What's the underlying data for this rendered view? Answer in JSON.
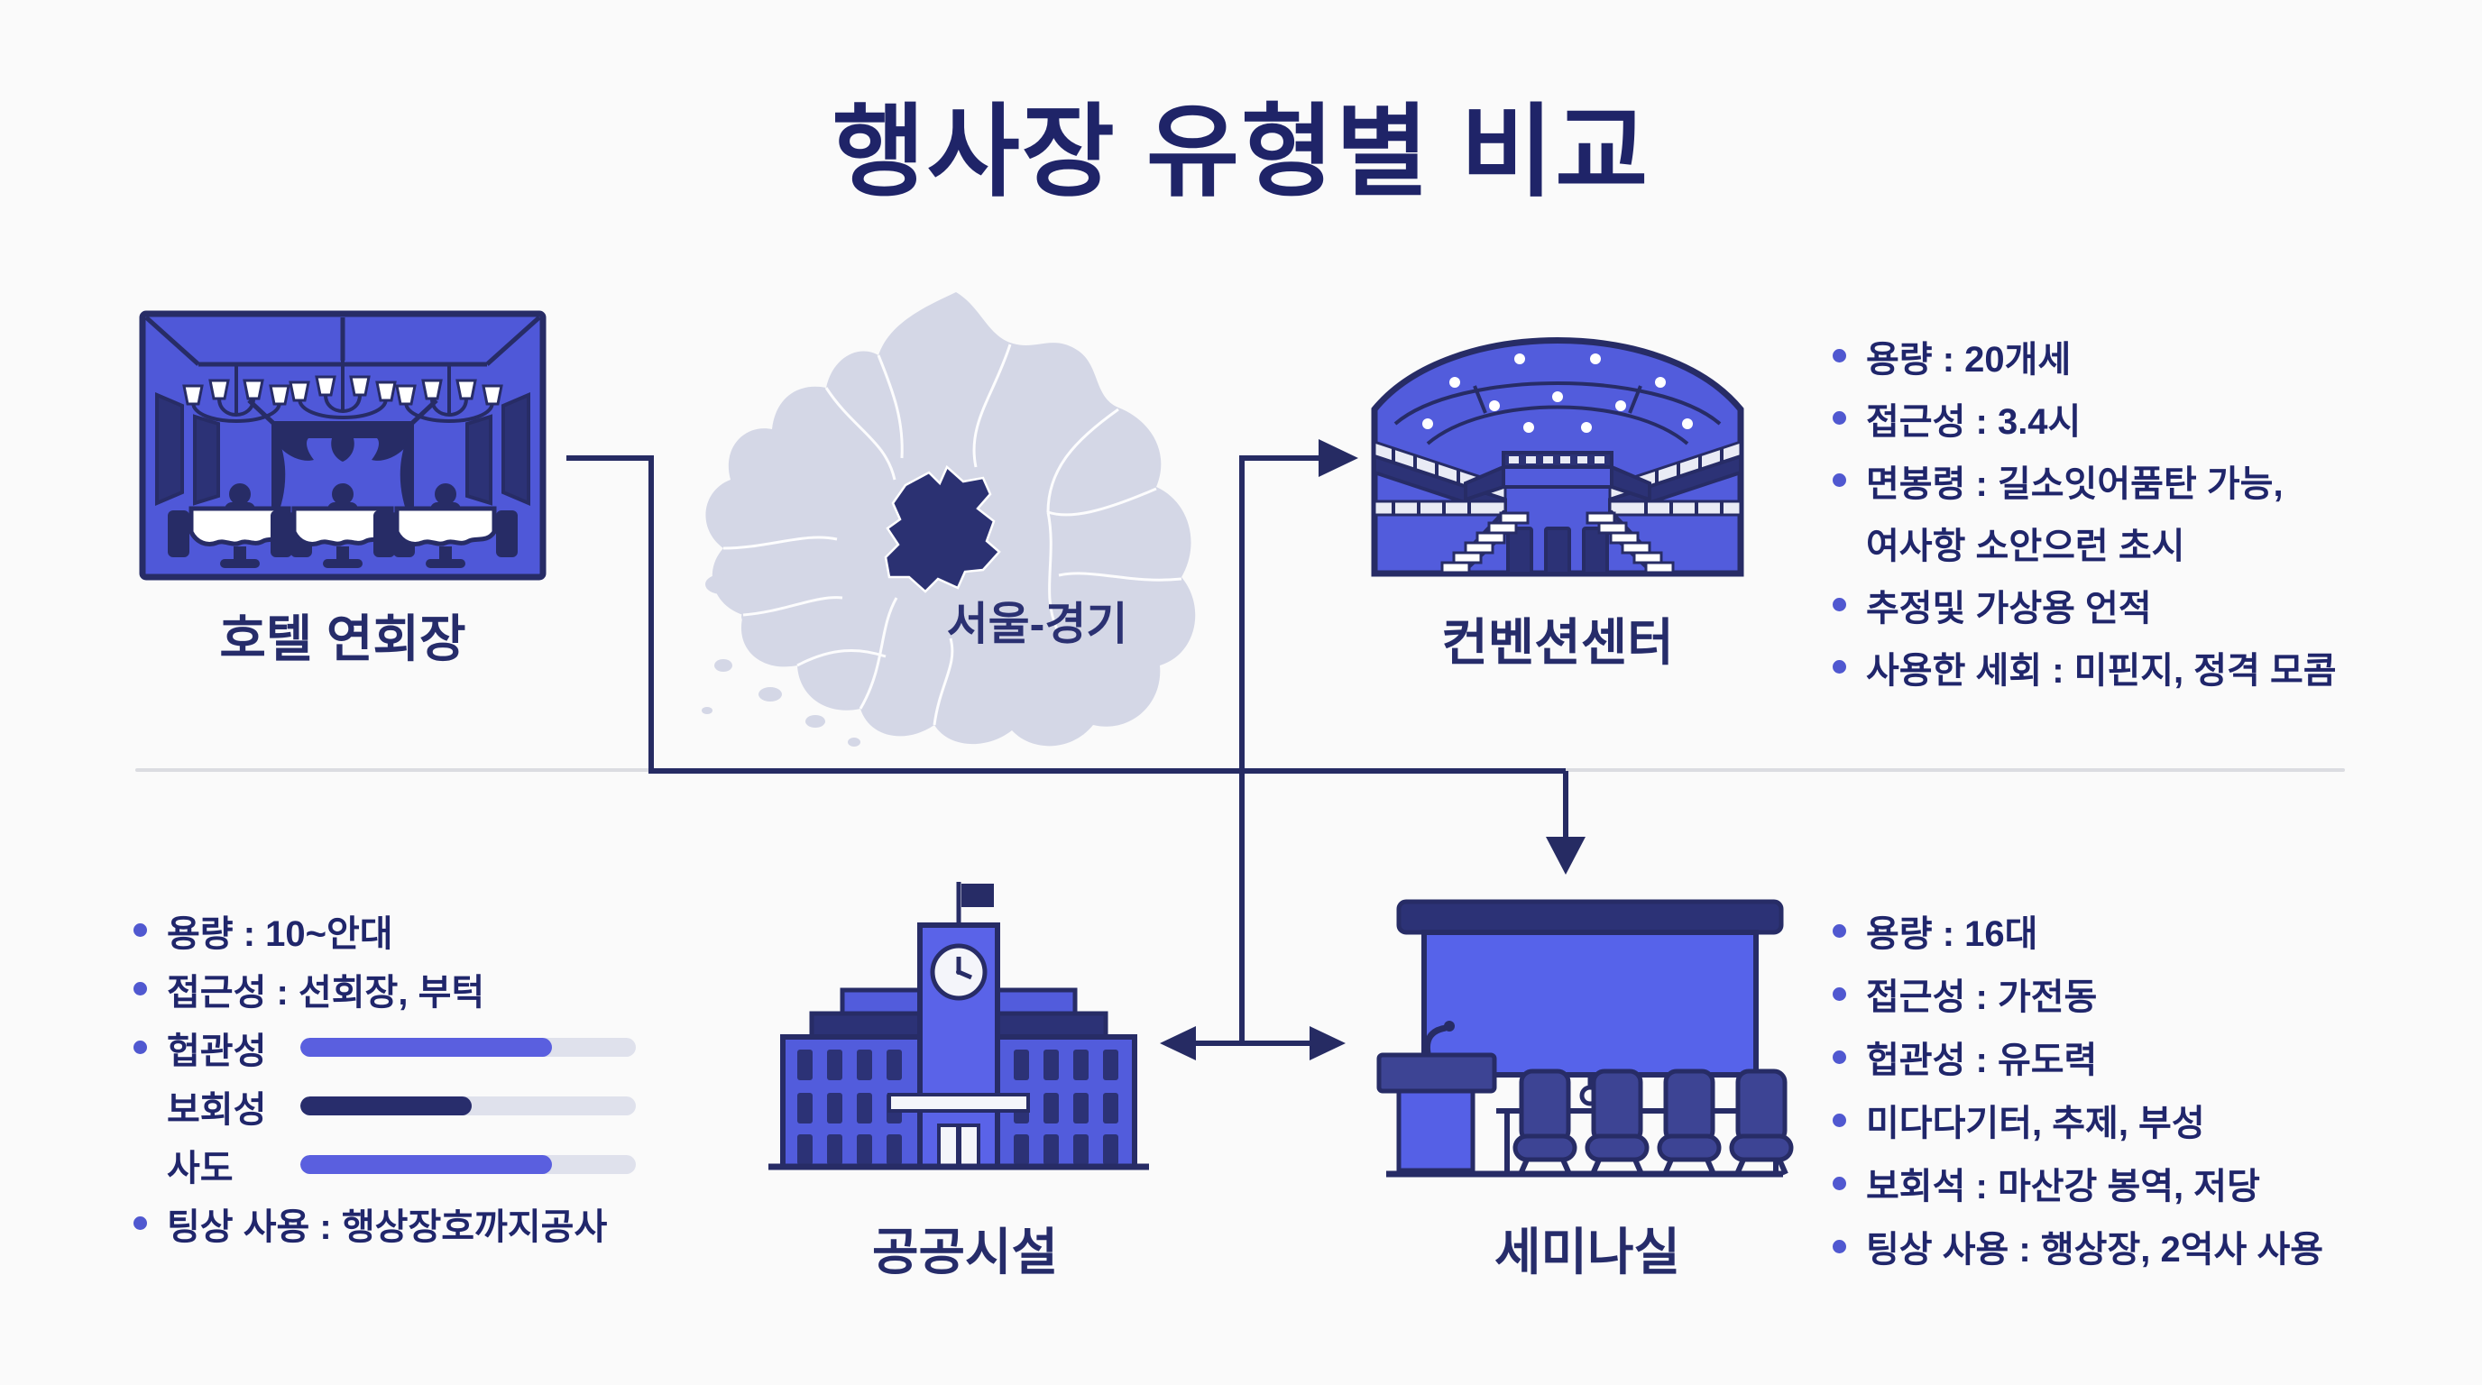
{
  "title": "행사장 유형별 비교",
  "map": {
    "label": "서울-경기"
  },
  "venues": {
    "hotel": {
      "label": "호텔 연회장"
    },
    "convention": {
      "label": "컨벤션센터"
    },
    "public": {
      "label": "공공시설"
    },
    "seminar": {
      "label": "세미나실"
    }
  },
  "lists": {
    "convention": {
      "lines": [
        {
          "bullet": true,
          "text": "용량 : 20개세"
        },
        {
          "bullet": true,
          "text": "접근성 : 3.4시"
        },
        {
          "bullet": true,
          "text": "면봉령 : 길소잇어품탄 가능,"
        },
        {
          "bullet": false,
          "text": "여사항 소안으런 초시"
        },
        {
          "bullet": true,
          "text": "추정및 가상용 언적"
        },
        {
          "bullet": true,
          "text": "사용한 세회 : 미핀지, 정격 모콤"
        }
      ]
    },
    "left": {
      "lines": [
        {
          "bullet": true,
          "text": "용량 : 10~안대"
        },
        {
          "bullet": true,
          "text": "접근성 : 선회장, 부턱"
        },
        {
          "bullet": true,
          "text": "헙관성",
          "bar": {
            "percent": 75,
            "color": "#5a5fdf"
          }
        },
        {
          "bullet": false,
          "text": "보회성",
          "bar": {
            "percent": 51,
            "color": "#282d6c"
          }
        },
        {
          "bullet": false,
          "text": "사도",
          "bar": {
            "percent": 75,
            "color": "#5a5fdf"
          }
        },
        {
          "bullet": true,
          "text": "팅상 사용 : 행상장호까지공사"
        }
      ]
    },
    "seminar": {
      "lines": [
        {
          "bullet": true,
          "text": "용량 : 16대"
        },
        {
          "bullet": true,
          "text": "접근성 : 가전동"
        },
        {
          "bullet": true,
          "text": "헙관성 : 유도력"
        },
        {
          "bullet": true,
          "text": "미다다기터, 추제, 부성"
        },
        {
          "bullet": true,
          "text": "보회석 : 마산강 봉역, 저당"
        },
        {
          "bullet": true,
          "text": "팅상 사용 : 행상장, 2억사 사용"
        }
      ]
    }
  },
  "colors": {
    "background": "#fafafa",
    "title_navy": "#1f2468",
    "text_navy": "#20266b",
    "illustration_blue": "#525cdc",
    "dark_navy": "#2c3276",
    "outline_navy": "#272c66",
    "bullet_blue": "#5058d0",
    "bar_track": "#dfe1ec",
    "bar_fill_blue": "#5a5fdf",
    "bar_fill_dark": "#282d6c",
    "map_light": "#d4d7e6",
    "seoul_dark": "#2b3172",
    "divider": "#dbdce1"
  },
  "icons": {
    "hotel": "hotel-banquet-hall-illustration",
    "convention": "convention-center-illustration",
    "public": "public-facility-illustration",
    "seminar": "seminar-room-illustration",
    "map": "seoul-gyeonggi-map"
  }
}
